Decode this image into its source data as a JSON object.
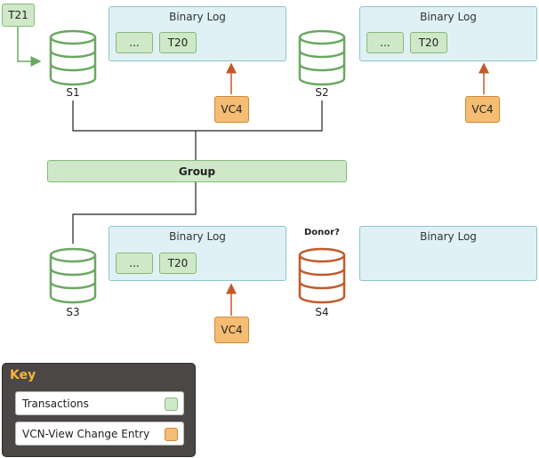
{
  "transaction_t21": "T21",
  "group_label": "Group",
  "donor_label": "Donor?",
  "servers": [
    "S1",
    "S2",
    "S3",
    "S4"
  ],
  "binary_logs": [
    {
      "title": "Binary Log",
      "entries": [
        "...",
        "T20"
      ],
      "vc": "VC4"
    },
    {
      "title": "Binary Log",
      "entries": [
        "...",
        "T20"
      ],
      "vc": "VC4"
    },
    {
      "title": "Binary Log",
      "entries": [
        "...",
        "T20"
      ],
      "vc": "VC4"
    },
    {
      "title": "Binary Log",
      "entries": []
    }
  ],
  "key": {
    "title": "Key",
    "items": [
      {
        "label": "Transactions"
      },
      {
        "label": "VCN-View Change Entry"
      }
    ]
  },
  "colors": {
    "server_green": "#6aa861",
    "server_orange": "#c2592a",
    "vc_arrow": "#c2592a",
    "line": "#222222"
  }
}
